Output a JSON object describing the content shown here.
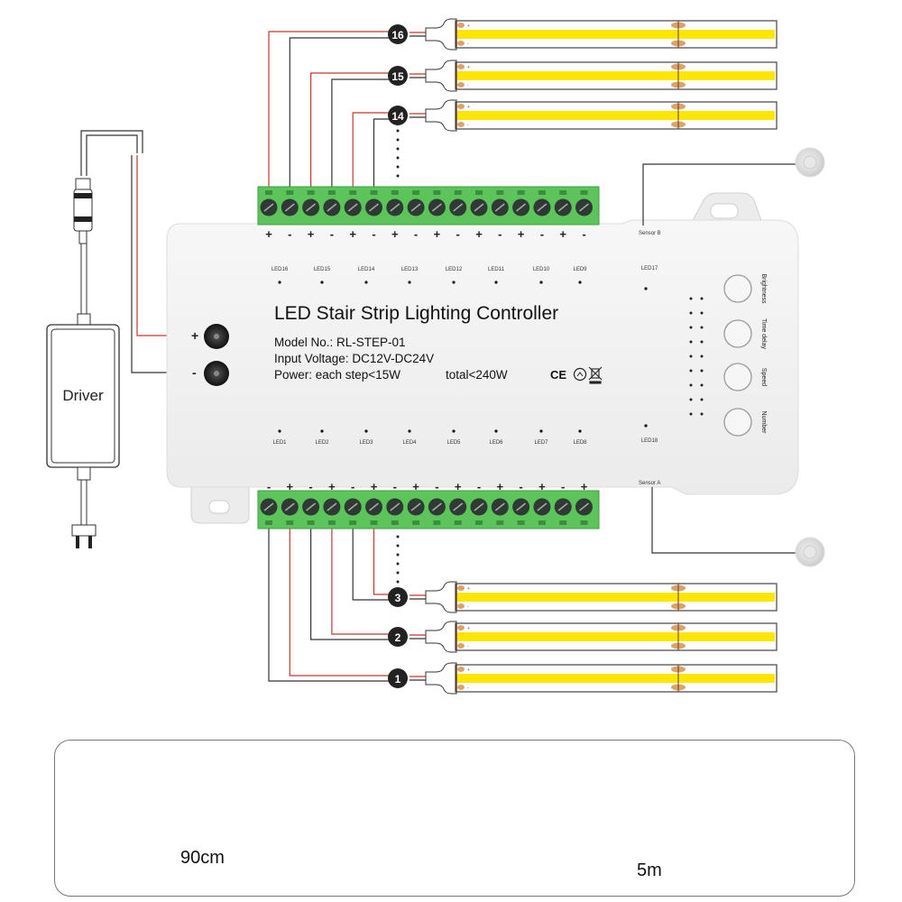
{
  "controller": {
    "title": "LED Stair Strip Lighting Controller",
    "model": "Model No.: RL-STEP-01",
    "input_voltage": "Input Voltage: DC12V-DC24V",
    "power_each": "Power: each step<15W",
    "power_total": "total<240W",
    "cert_marks": [
      "CE",
      "RoHS-recycle",
      "WEEE-bin"
    ],
    "power_terminals": {
      "plus": "+",
      "minus": "-"
    },
    "top_led_labels": [
      "LED16",
      "LED15",
      "LED14",
      "LED13",
      "LED12",
      "LED11",
      "LED10",
      "LED9"
    ],
    "bottom_led_labels": [
      "LED1",
      "LED2",
      "LED3",
      "LED4",
      "LED5",
      "LED6",
      "LED7",
      "LED8"
    ],
    "led17": "LED17",
    "led18": "LED18",
    "sensor_b": "Sensor B",
    "sensor_a": "Sensor A",
    "buttons": [
      "Brightness",
      "Time delay",
      "Speed",
      "Number"
    ],
    "top_polarity": [
      "+",
      "-",
      "+",
      "-",
      "+",
      "-",
      "+",
      "-",
      "+",
      "-",
      "+",
      "-",
      "+",
      "-",
      "+",
      "-"
    ],
    "bottom_polarity": [
      "-",
      "+",
      "-",
      "+",
      "-",
      "+",
      "-",
      "+",
      "-",
      "+",
      "-",
      "+",
      "-",
      "+",
      "-",
      "+"
    ]
  },
  "driver": {
    "label": "Driver"
  },
  "strips": {
    "top": [
      {
        "number": "16"
      },
      {
        "number": "15"
      },
      {
        "number": "14"
      }
    ],
    "bottom": [
      {
        "number": "3"
      },
      {
        "number": "2"
      },
      {
        "number": "1"
      }
    ],
    "pad_plus": "+",
    "pad_minus": "-"
  },
  "accessories": {
    "items": [
      {
        "name": "sensor-cable",
        "label": "90cm"
      },
      {
        "name": "extension-cable",
        "label": "5m"
      }
    ]
  },
  "colors": {
    "terminal_green": "#5cc45a",
    "strip_yellow": "#ffe600",
    "wire_red": "#c0392b",
    "wire_black": "#222222",
    "badge": "#222222",
    "pad_copper": "#d9a36a",
    "housing": "#f4f4f4"
  }
}
